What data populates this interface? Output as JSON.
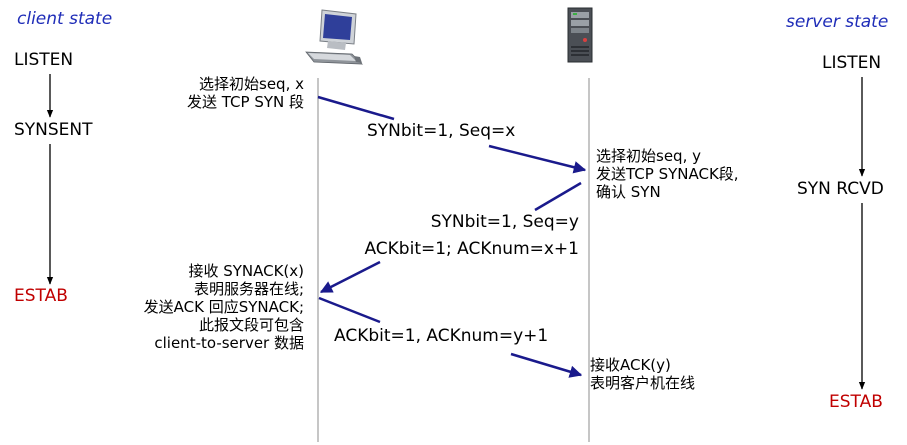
{
  "client": {
    "title": "client state",
    "states": {
      "listen": "LISTEN",
      "synsent": "SYNSENT",
      "estab": "ESTAB"
    }
  },
  "server": {
    "title": "server state",
    "states": {
      "listen": "LISTEN",
      "synrcvd": "SYN RCVD",
      "estab": "ESTAB"
    }
  },
  "notes": {
    "client_1": [
      "选择初始seq, x",
      "发送 TCP SYN 段"
    ],
    "server_1": [
      "选择初始seq, y",
      "发送TCP SYNACK段,",
      "确认 SYN"
    ],
    "client_2": [
      "接收 SYNACK(x)",
      "表明服务器在线;",
      "发送ACK 回应SYNACK;",
      "此报文段可包含",
      "client-to-server 数据"
    ],
    "server_2": [
      "接收ACK(y)",
      "表明客户机在线"
    ]
  },
  "segments": {
    "syn": "SYNbit=1, Seq=x",
    "synack": [
      "SYNbit=1, Seq=y",
      "ACKbit=1; ACKnum=x+1"
    ],
    "ack": "ACKbit=1, ACKnum=y+1"
  },
  "icons": {
    "client": "desktop-computer-icon",
    "server": "server-tower-icon"
  },
  "colors": {
    "arrow": "#1a1a8c",
    "estab": "#c00000",
    "title": "#1f2db8"
  }
}
